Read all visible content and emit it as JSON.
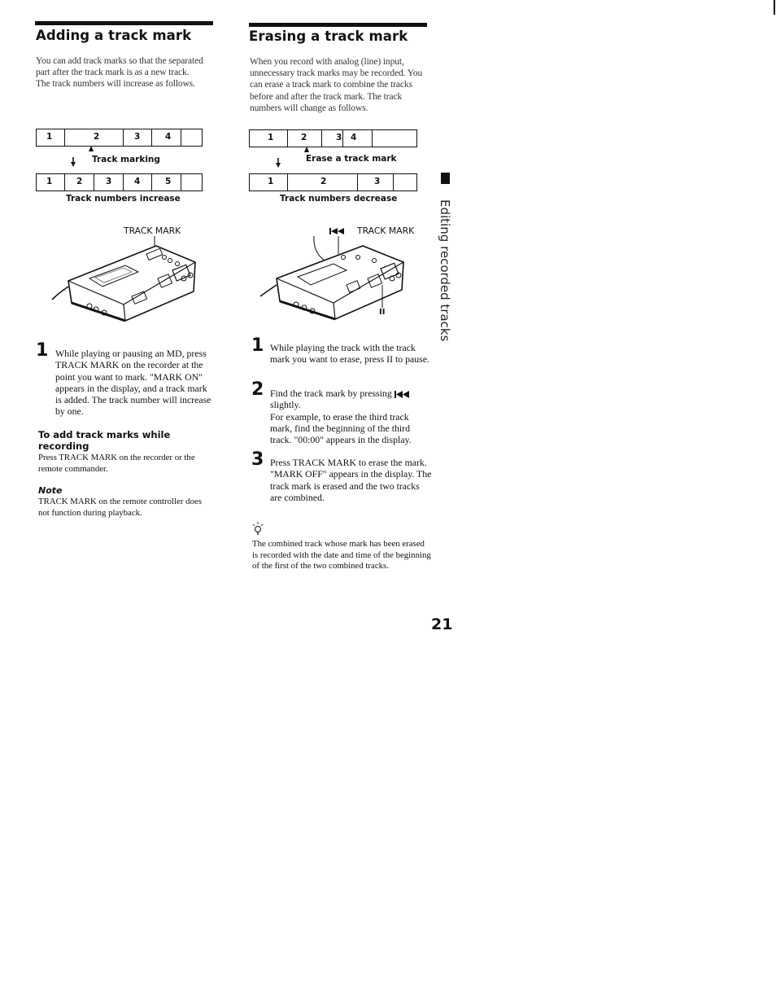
{
  "left": {
    "title": "Adding a track mark",
    "intro": "You can add track marks so that the separated part after the track mark is as a new track.",
    "intro2": "The track numbers will increase as follows.",
    "diagram_top": [
      "1",
      "2",
      "3",
      "4"
    ],
    "diagram_top_label": "Track marking",
    "diagram_bottom": [
      "1",
      "2",
      "3",
      "4",
      "5"
    ],
    "diagram_caption": "Track numbers increase",
    "device_label": "TRACK MARK",
    "step1_num": "1",
    "step1_text": "While playing or pausing an MD, press TRACK MARK on the recorder at the point you want to mark. \"MARK ON\" appears in the display, and a track mark is added. The track number will increase by one.",
    "subhead": "To add track marks while recording",
    "subhead_text": "Press TRACK MARK on the recorder or the remote commander.",
    "note_title": "Note",
    "note_text": "TRACK MARK on the remote controller does not function during playback."
  },
  "right": {
    "title": "Erasing a track mark",
    "intro": "When you record with analog (line) input, unnecessary track marks may be recorded. You can erase a track mark to combine the tracks before and after the track mark. The track numbers will change as follows.",
    "diagram_top": [
      "1",
      "2",
      "3",
      "4"
    ],
    "diagram_top_label": "Erase a track mark",
    "diagram_bottom": [
      "1",
      "2",
      "3"
    ],
    "diagram_caption": "Track numbers decrease",
    "device_label": "TRACK MARK",
    "device_label_icon": "previous-track-icon",
    "pause_symbol": "II",
    "step1_num": "1",
    "step1_text": "While playing the track with the track mark you want to erase, press II to pause.",
    "step2_num": "2",
    "step2_text_a": "Find the track mark by pressing",
    "step2_text_b": "slightly.",
    "step2_text_c": "For example, to erase the third track mark, find the beginning of the third track. \"00:00\" appears in the display.",
    "step3_num": "3",
    "step3_text": "Press TRACK MARK to erase the mark. \"MARK OFF\" appears in the display. The track mark is erased and the two tracks are combined.",
    "tip_icon": "lightbulb-icon",
    "tip_text": "The combined track whose mark has been erased is recorded with the date and time of the beginning of the first of the two combined tracks."
  },
  "sidebar_tab": "Editing recorded tracks",
  "page_number": "21"
}
